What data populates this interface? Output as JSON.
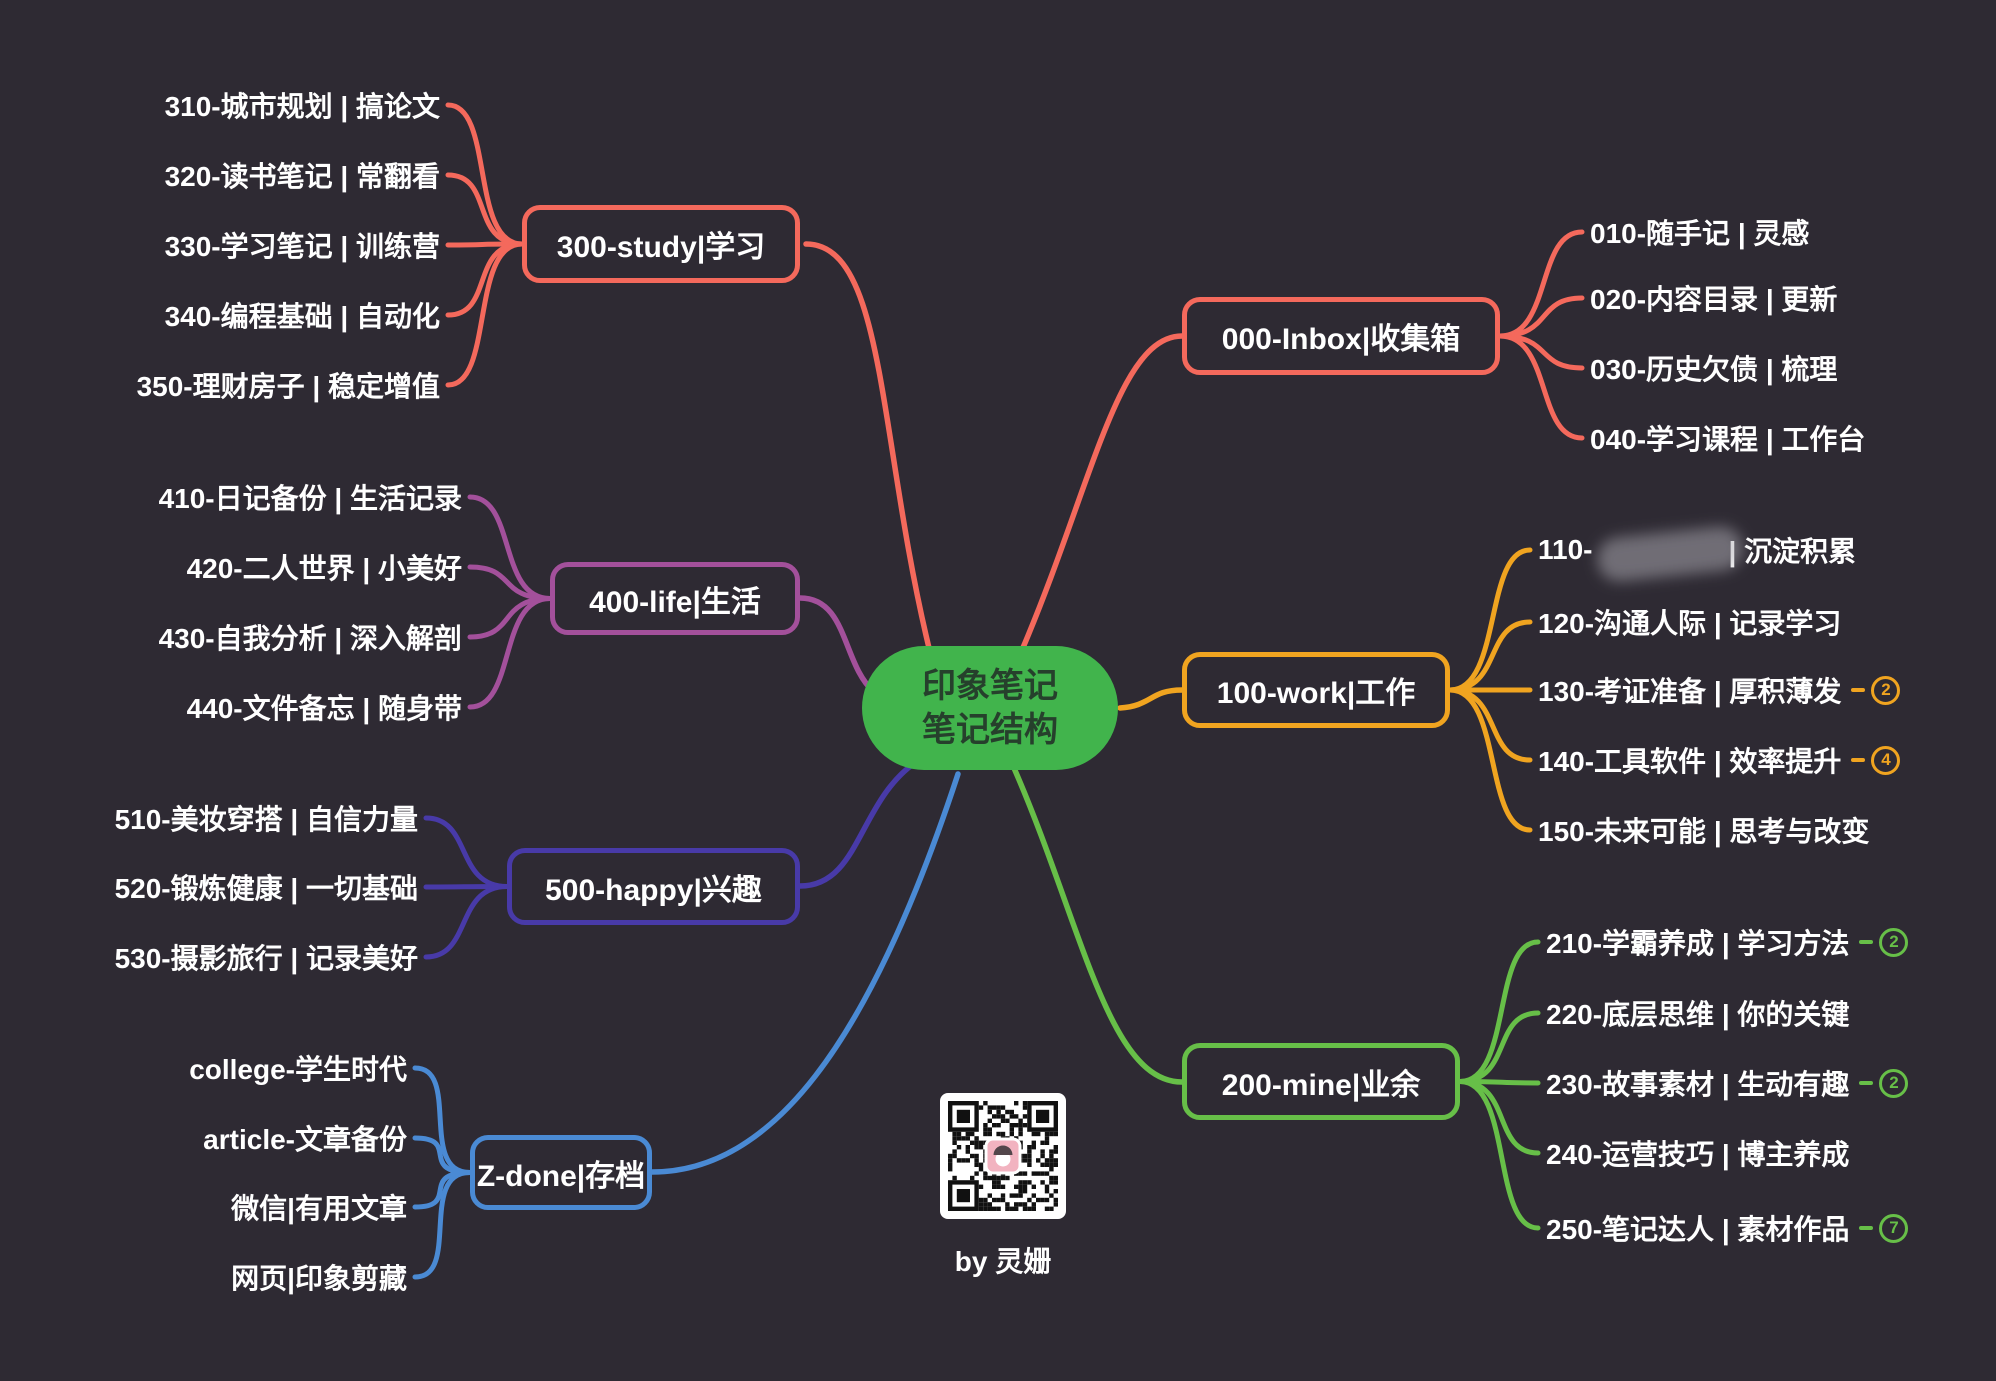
{
  "watermark": "by 灵姗",
  "center": {
    "line1": "印象笔记",
    "line2": "笔记结构",
    "fill": "#41b44c"
  },
  "colors": {
    "background": "#2e2a33",
    "salmon": "#f4695c",
    "amber": "#f0a420",
    "green": "#67bf48",
    "magenta": "#a3509b",
    "indigo": "#483aa8",
    "blue": "#4a8ad4",
    "center_green": "#41b44c"
  },
  "branches": [
    {
      "id": "study",
      "label": "300-study|学习",
      "color": "#f4695c",
      "children": [
        {
          "label": "310-城市规划 | 搞论文"
        },
        {
          "label": "320-读书笔记 | 常翻看"
        },
        {
          "label": "330-学习笔记 | 训练营"
        },
        {
          "label": "340-编程基础 | 自动化"
        },
        {
          "label": "350-理财房子 | 稳定增值"
        }
      ]
    },
    {
      "id": "life",
      "label": "400-life|生活",
      "color": "#a3509b",
      "children": [
        {
          "label": "410-日记备份 | 生活记录"
        },
        {
          "label": "420-二人世界 | 小美好"
        },
        {
          "label": "430-自我分析 | 深入解剖"
        },
        {
          "label": "440-文件备忘 | 随身带"
        }
      ]
    },
    {
      "id": "happy",
      "label": "500-happy|兴趣",
      "color": "#483aa8",
      "children": [
        {
          "label": "510-美妆穿搭 | 自信力量"
        },
        {
          "label": "520-锻炼健康 | 一切基础"
        },
        {
          "label": "530-摄影旅行 | 记录美好"
        }
      ]
    },
    {
      "id": "zdone",
      "label": "Z-done|存档",
      "color": "#4a8ad4",
      "children": [
        {
          "label": "college-学生时代"
        },
        {
          "label": "article-文章备份"
        },
        {
          "label": "微信|有用文章"
        },
        {
          "label": "网页|印象剪藏"
        }
      ]
    },
    {
      "id": "inbox",
      "label": "000-Inbox|收集箱",
      "color": "#f4695c",
      "children": [
        {
          "label": "010-随手记 | 灵感"
        },
        {
          "label": "020-内容目录 | 更新"
        },
        {
          "label": "030-历史欠债 | 梳理"
        },
        {
          "label": "040-学习课程 | 工作台"
        }
      ]
    },
    {
      "id": "work",
      "label": "100-work|工作",
      "color": "#f0a420",
      "children": [
        {
          "prefix": "110-",
          "suffix": "| 沉淀积累",
          "redacted": true
        },
        {
          "label": "120-沟通人际 | 记录学习"
        },
        {
          "label": "130-考证准备 | 厚积薄发",
          "badge": "2"
        },
        {
          "label": "140-工具软件 | 效率提升",
          "badge": "4"
        },
        {
          "label": "150-未来可能 | 思考与改变"
        }
      ]
    },
    {
      "id": "mine",
      "label": "200-mine|业余",
      "color": "#67bf48",
      "children": [
        {
          "label": "210-学霸养成 | 学习方法",
          "badge": "2"
        },
        {
          "label": "220-底层思维 | 你的关键"
        },
        {
          "label": "230-故事素材 | 生动有趣",
          "badge": "2"
        },
        {
          "label": "240-运营技巧 | 博主养成"
        },
        {
          "label": "250-笔记达人 | 素材作品",
          "badge": "7"
        }
      ]
    }
  ]
}
